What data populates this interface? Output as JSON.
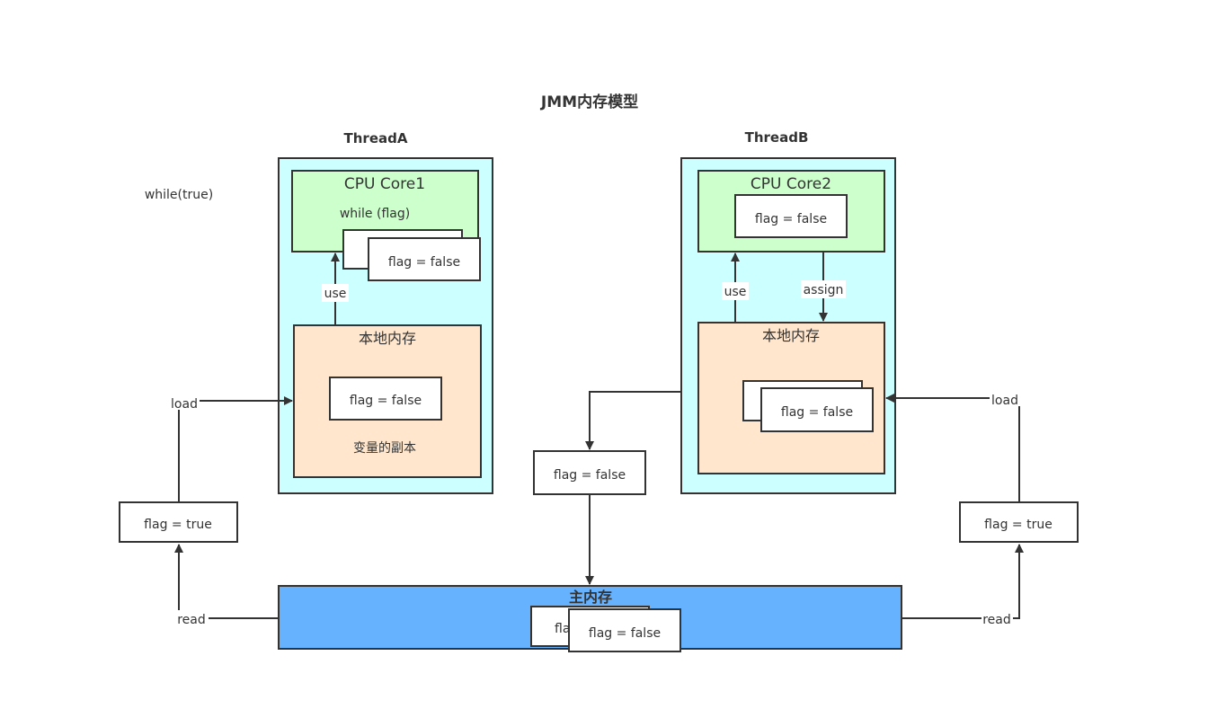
{
  "title": "JMM内存模型",
  "side_note": "while(true)",
  "thread_a": {
    "name": "ThreadA",
    "core_title": "CPU Core1",
    "core_code": "while (flag)",
    "core_value": "flag = false",
    "local_memory_title": "本地内存",
    "local_value": "flag = false",
    "local_caption": "变量的副本"
  },
  "thread_b": {
    "name": "ThreadB",
    "core_title": "CPU Core2",
    "core_value": "flag = false",
    "local_memory_title": "本地内存",
    "local_value": "flag = false"
  },
  "main_memory": {
    "title": "主内存",
    "back_value_partial": "fla",
    "value": "flag = false"
  },
  "transfer_value": "flag = false",
  "left_path": {
    "value": "flag = true",
    "load_label": "load",
    "read_label": "read"
  },
  "right_path": {
    "value": "flag = true",
    "load_label": "load",
    "read_label": "read"
  },
  "thread_a_use_label": "use",
  "thread_b_use_label": "use",
  "thread_b_assign_label": "assign",
  "colors": {
    "thread_bg": "#ccffff",
    "core_bg": "#ccffcc",
    "local_bg": "#ffe6cc",
    "main_bg": "#66b2ff",
    "stroke": "#333333"
  }
}
